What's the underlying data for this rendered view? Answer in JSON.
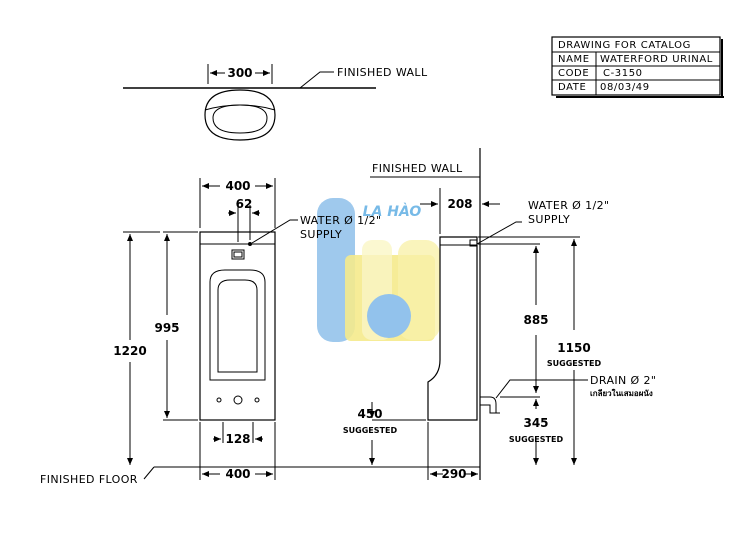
{
  "title_block": {
    "header": "DRAWING FOR CATALOG",
    "rows": [
      {
        "key": "NAME",
        "value": "WATERFORD URINAL"
      },
      {
        "key": "CODE",
        "value": "C-3150"
      },
      {
        "key": "DATE",
        "value": "08/03/49"
      }
    ]
  },
  "labels": {
    "finished_wall_top": "FINISHED WALL",
    "finished_wall_side": "FINISHED WALL",
    "finished_floor": "FINISHED FLOOR",
    "water_front_1": "WATER Ø 1/2\"",
    "water_front_2": "SUPPLY",
    "water_side_1": "WATER Ø 1/2\"",
    "water_side_2": "SUPPLY",
    "drain": "DRAIN Ø 2\"",
    "drain_thai": "เกลียวในเสมอผนัง",
    "suggested": "SUGGESTED"
  },
  "dimensions": {
    "top_width": "300",
    "front_width": "400",
    "supply_offset": "62",
    "side_depth": "208",
    "front_height": "995",
    "total_height": "1220",
    "bottom_width": "128",
    "base_width": "400",
    "side_base": "290",
    "floor_to_bottom": "450",
    "supply_height": "885",
    "total_suggested": "1150",
    "drain_height": "345"
  },
  "watermark": "LA HÀO",
  "colors": {
    "line": "#000000",
    "watermark_blue": "#4aa3df",
    "watermark_yellow": "#f3e46a"
  }
}
